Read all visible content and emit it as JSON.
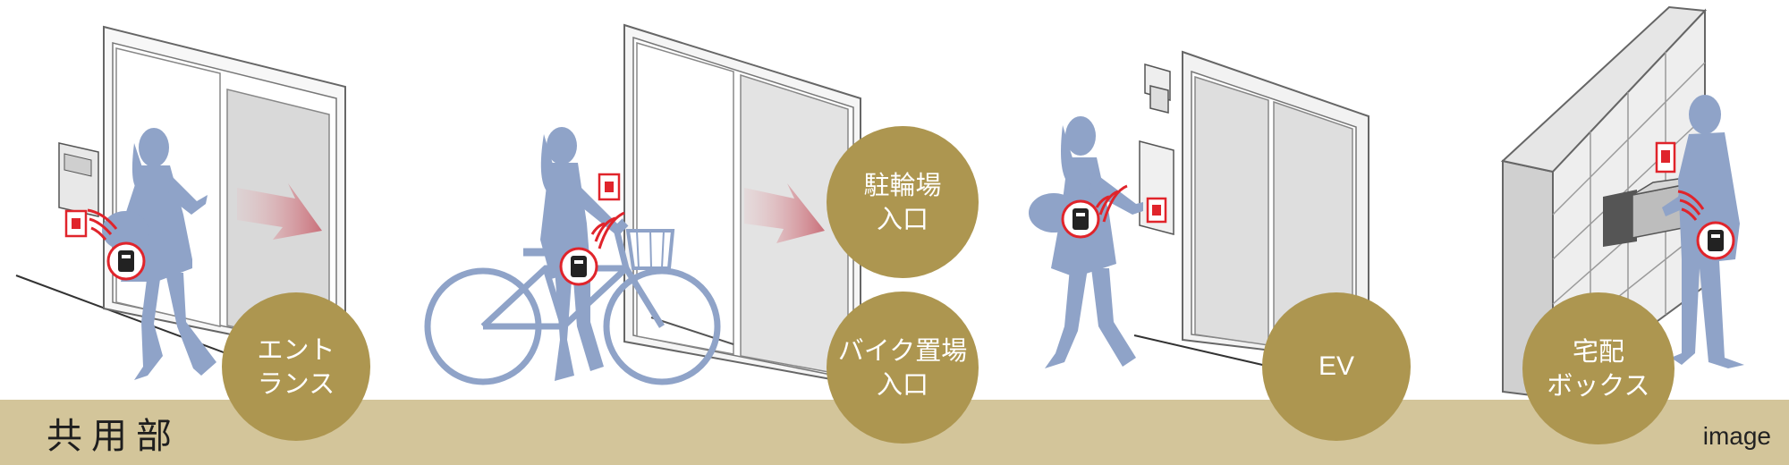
{
  "floor": {
    "title": "共用部"
  },
  "caption": "image",
  "badges": {
    "entrance": {
      "line1": "エント",
      "line2": "ランス"
    },
    "bike_parking": {
      "line1": "駐輪場",
      "line2": "入口"
    },
    "motorbike_parking": {
      "line1": "バイク置場",
      "line2": "入口"
    },
    "ev": {
      "line1": "EV"
    },
    "delivery_box": {
      "line1": "宅配",
      "line2": "ボックス"
    }
  },
  "colors": {
    "badge": "#ad9650",
    "floor": "#d3c59a",
    "figure": "#8fa3c8",
    "door": "#d8d8d8",
    "reader": "#e0242b",
    "arrow": "#c9707a"
  },
  "icons": [
    "smartkey-icon",
    "card-reader-icon",
    "wireless-signal-icon",
    "arrow-right-icon"
  ]
}
